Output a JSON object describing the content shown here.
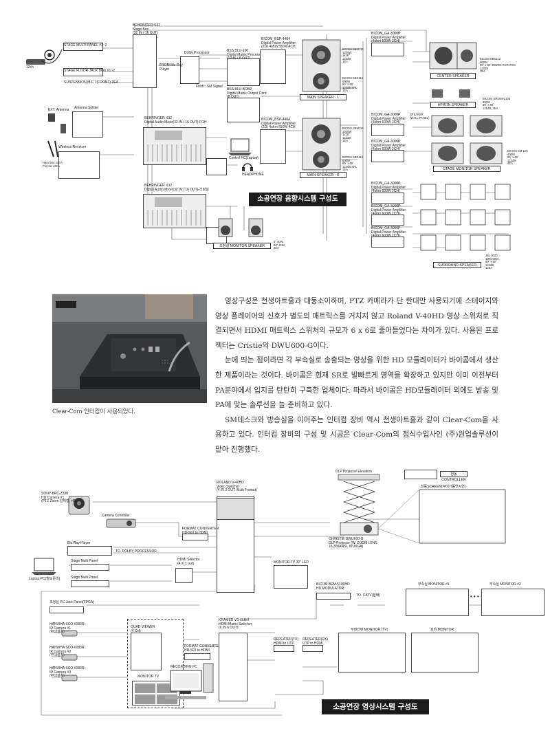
{
  "audio": {
    "banner": "소공연장 음향시스템 구성도",
    "stage_boxes": [
      "STAGE MULTI PANEL #1~2",
      "STAGE FLOOR JACK BOX #1~2",
      "SUSPENSION MIC 1(FRONT) 2EA"
    ],
    "cable_label": "12ch",
    "antenna_left": "EXT. Antenna",
    "antenna_splitter": "Antenna Splitter",
    "wireless_receiver": "Wireless Receiver",
    "handmic": "Hand Mic x2EA\nPin Mic x2EA",
    "stagebox": "BEHRINGER S32\nStage Box\n(32 IN / 16 OUT)",
    "dolby": "Dolby Processor",
    "bluray": "FROM Blu-Ray\nPlayer",
    "from_sm": "From : SM Signal",
    "processor1": "BSS BLU-100\nDigital Matrix Processor\n(12 IN / 8 OUT)",
    "processor2": "BSS BLU-BOB2\nDigital Matrix Output Card\n(8 OUT)",
    "mixer1": "BEHRINGER X32\nDigital Audio Mixer(32 IN / 16 OUT)-FOH",
    "mixer2": "BEHRINGER X32\nDigital Audio Mixer(32 IN / 16 OUT)-조정실",
    "control_pc": "Control PC(Laptop)",
    "headphone": "HEADPHONE",
    "amp_main": "BICOM_BSP-4404\nDigital Power Amplifier\n(2Ω) 4ohm 550W 4CH",
    "amp_main2": "BICOM_BSP-4404\nDigital Power Amplifier\n(2Ω) 4ohm 550W 4CH",
    "spk_main_spec": "BICOM SBM118\n1200W\n1x18\"\n123dB\n1EA",
    "spk_main_spec2": "BICOM SBD112\n600W\n90˚ x 60˚\n123dB SPL\n1EA",
    "main_l": "MAIN SPEAKER - L",
    "main_r": "MAIN SPEAKER - R",
    "amp_ga": "BICOM_GA-3000P\nDigital Power Amplifier\n(4ohm 600W 2CH)",
    "center_spec": "BICOM SBD112\n600W\n90˚ x 60˚ 90DRN ROTATED\n123dB\n1EA",
    "center": "CENTER SPEAKER",
    "apron": "APRON SPEAKER",
    "apron_spec": "BICOM_BROWN 105\n150W\n90˚ x 90˚\n121dB, 2EA",
    "stage_monitor": "STAGE MONITOR SPEAKER",
    "stage_monitor_spec": "BICOM SM 12C\n400W\n90˚ x 60˚\n124dB\n4EA",
    "speaker_label": "SPEAKER\n(WALL PANEL)",
    "surround": "SURROUND SPEAKER",
    "surround_spec": "JBL 3020\n100/200W\n90˚ x 60˚\n122dB\n12EA",
    "ctrl_monitor": "조정실 MONITOR SPEAKER",
    "ctrl_monitor_spec": "5\" 40W\n56\" 41W\n2EA"
  },
  "article": {
    "photo_caption": "Clear-Com 인터컴이 사용되었다.",
    "paragraphs": [
      "영상구성은 천생아트홀과 대동소이하며, PTZ 카메라가 단 한대만 사용되기에 스테이지와 영상 플레이어의 신호가 별도의 매트릭스를 거치지 않고 Roland V-40HD 영상 스위처로 직결되면서 HDMI 매트릭스 스위처의 규모가 6 x 6로 줄어들었다는 차이가 있다. 사용된 프로젝터는 Cristie의 DWU600-G이다.",
      "눈에 띄는 점이라면 각 부속실로 송출되는 영상을 위한 HD 모듈레이터가 바이콤에서 생산한 제품이라는 것이다. 바이콤은 현재 SR로 발빠르게 영역을 확장하고 있지만 이미 이전부터 PA분야에서 입지를 탄탄히 구축한 업체이다. 따라서 바이콤은 HD모듈레이터 외에도 방송 및 PA에 맞는 솔루션을 늘 준비하고 있다.",
      "SM데스크와 방송실을 이어주는 인터컴 장비 역시 천생아트홀과 같이 Clear-Com을 사용하고 있다. 인터컴 장비의 구성 및 시공은 Clear-Com의 정식수입사인 (주)원업솔루션이 맡아 진행했다."
    ]
  },
  "video": {
    "banner": "소공연장 영상시스템 구성도",
    "ptz": "SONY BRC-Z330\nHD Camera #1\n(PTZ Zoom 일체형, HD)",
    "camera_controller": "Camera Controller",
    "switcher": "ROLAND V-40HD\nVideo Switcher\n(4 IN 3 OUT, Multi Format)",
    "converter1": "FORMAT CONVERTER\nHD-SDI to HDMI",
    "bluray": "Blu-Ray Player",
    "to_dolby": "TO. DOLBY PROCESSOR",
    "laptop": "Laptop PC(별도준비)",
    "multi_panel1": "Stage Multi Panel",
    "multi_panel2": "Stage Multi Panel",
    "hdmi_selector": "HDMI Selector\n(4 in 1 out)",
    "monitor_tv": "MONITOR TV 32\" LED",
    "dlp_elevation": "DLP Projector Elevation",
    "projector_controller": "전동 CONTROLLER",
    "screen_label": "전동SCREEN(부대가동연시연)",
    "projector": "CHRISTIE DWU600-G\nDLP Projector (W. ZOOM LENS\n16,300ANSI, WUXGA)",
    "modulator": "BICOM BEM-5100HD\nHD MODULATOR",
    "to_catv": "TO. CATV(분배)",
    "aux_monitor1": "부속실 MONITOR #1",
    "aux_monitor2": "부속실 MONITOR #2",
    "jack_panel": "조정실 PC Jack Panel(FPGA)",
    "cam_a": "HANWHA SCO-6083R\nIR Camera #1\n(부대설치)",
    "cam_b": "HANWHA SCO-6083R\nIR Camera #2\n(부대설치)",
    "cam_c": "HANWHA SCO-6083R\nIR Camera #3\n(부대설치)",
    "quad": "QUAD VIEWER\n(4 CH)",
    "monitor_tv2": "MONITOR TV",
    "converter2": "FORMAT CONVERTER\nHD-SDI to HDMI",
    "recording_pc": "RECORDING PC",
    "matrix": "KRAMER VS-66HN\nHDMI Matrix Switcher\n(6 IN 6 OUT)",
    "ext1": "REPEATER(TX)\nHDMI to UTP",
    "ext2": "REPEATER(RX)\nUTP to HDMI",
    "front_monitor": "무대전면 MONITOR (TV)",
    "lobby_monitor": "로비 MONITOR",
    "dots": "• • • •"
  }
}
